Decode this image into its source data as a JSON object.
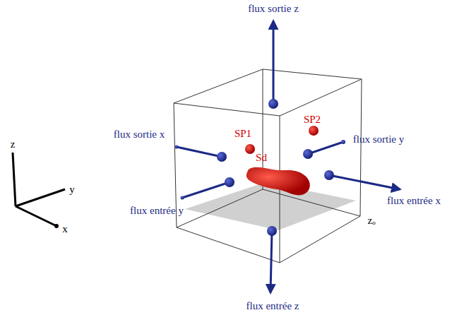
{
  "diagram": {
    "labels": [
      "flux sortie z",
      "flux sortie x",
      "SP1",
      "SP2",
      "flux sortie y",
      "Sd",
      "flux entrée y",
      "flux entrée x",
      "zₒ",
      "flux entrée z",
      "z",
      "y",
      "x"
    ]
  }
}
